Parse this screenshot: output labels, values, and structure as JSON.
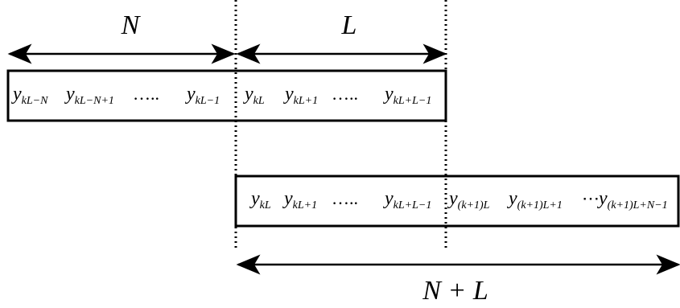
{
  "labels": {
    "top_left_length": "N",
    "top_right_length": "L",
    "bottom_length": "N + L"
  },
  "top_block": {
    "cells": [
      {
        "base": "y",
        "sub": "kL−N"
      },
      {
        "base": "y",
        "sub": "kL−N+1"
      },
      {
        "dots": "….."
      },
      {
        "base": "y",
        "sub": "kL−1"
      },
      {
        "base": "y",
        "sub": "kL"
      },
      {
        "base": "y",
        "sub": "kL+1"
      },
      {
        "dots": "….."
      },
      {
        "base": "y",
        "sub": "kL+L−1"
      }
    ]
  },
  "bottom_block": {
    "cells": [
      {
        "base": "y",
        "sub": "kL"
      },
      {
        "base": "y",
        "sub": "kL+1"
      },
      {
        "dots": "….."
      },
      {
        "base": "y",
        "sub": "kL+L−1"
      },
      {
        "base": "y",
        "sub": "(k+1)L"
      },
      {
        "base": "y",
        "sub": "(k+1)L+1"
      },
      {
        "dots": "⋯"
      },
      {
        "base": "y",
        "sub": "(k+1)L+N−1"
      }
    ]
  }
}
